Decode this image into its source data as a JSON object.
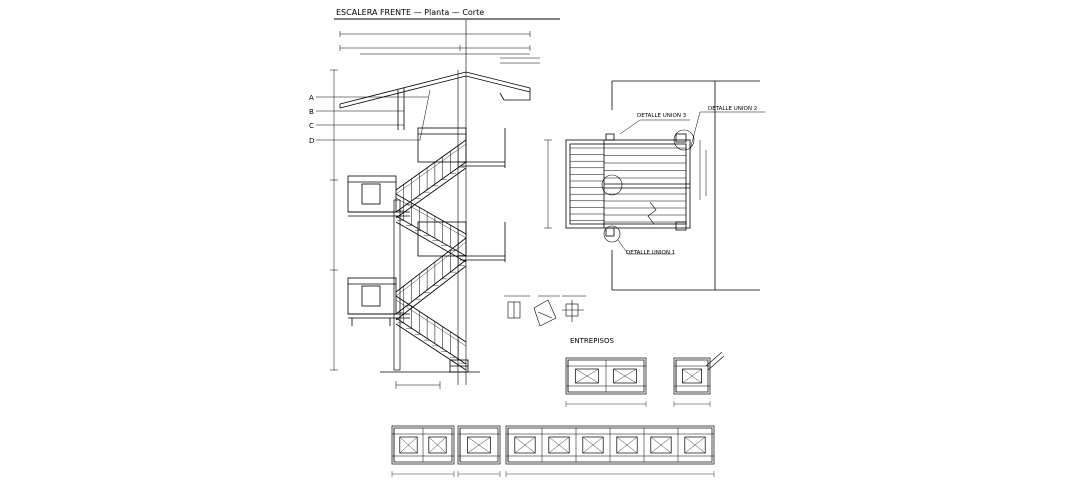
{
  "drawing": {
    "title": "ESCALERA FRENTE  —  Planta  —  Corte",
    "axis_labels": [
      "A",
      "B",
      "C",
      "D"
    ],
    "details": {
      "union_3": "DETALLE UNION 3",
      "union_2": "DETALLE UNION 2",
      "union_1": "DETALLE UNION 1"
    },
    "entrepisos": "ENTREPISOS"
  },
  "colors": {
    "ink": "#000000",
    "paper": "#ffffff"
  }
}
